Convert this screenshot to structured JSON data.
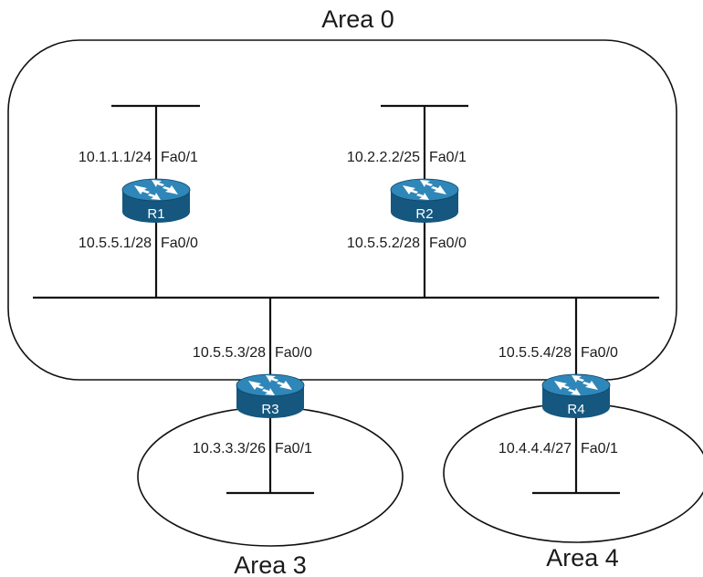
{
  "areas": {
    "area0": "Area 0",
    "area3": "Area 3",
    "area4": "Area 4"
  },
  "routers": {
    "r1": {
      "name": "R1",
      "top_ip": "10.1.1.1/24",
      "top_if": "Fa0/1",
      "bottom_ip": "10.5.5.1/28",
      "bottom_if": "Fa0/0"
    },
    "r2": {
      "name": "R2",
      "top_ip": "10.2.2.2/25",
      "top_if": "Fa0/1",
      "bottom_ip": "10.5.5.2/28",
      "bottom_if": "Fa0/0"
    },
    "r3": {
      "name": "R3",
      "top_ip": "10.5.5.3/28",
      "top_if": "Fa0/0",
      "bottom_ip": "10.3.3.3/26",
      "bottom_if": "Fa0/1"
    },
    "r4": {
      "name": "R4",
      "top_ip": "10.5.5.4/28",
      "top_if": "Fa0/0",
      "bottom_ip": "10.4.4.4/27",
      "bottom_if": "Fa0/1"
    }
  },
  "colors": {
    "router_top": "#2f86b8",
    "router_side": "#15577f",
    "router_arrows": "#ffffff"
  }
}
